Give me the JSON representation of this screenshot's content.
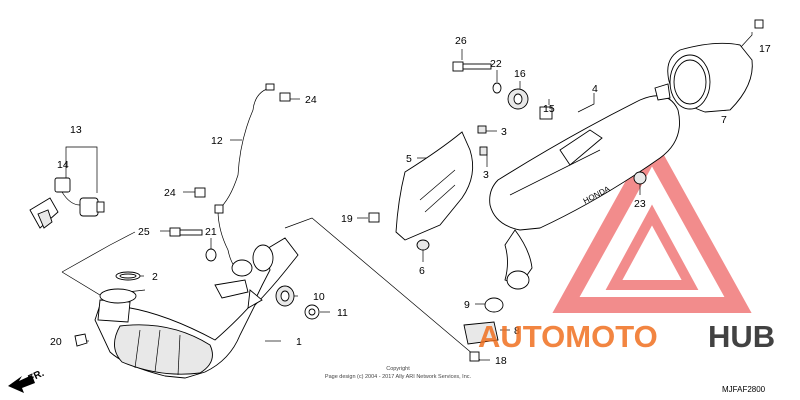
{
  "callouts": [
    "1",
    "2",
    "3",
    "3",
    "4",
    "5",
    "6",
    "7",
    "8",
    "9",
    "10",
    "11",
    "12",
    "13",
    "14",
    "15",
    "16",
    "17",
    "18",
    "19",
    "20",
    "21",
    "22",
    "23",
    "24",
    "24",
    "25",
    "26"
  ],
  "front_marker": "FR.",
  "copyright_line1": "Copyright",
  "copyright_line2": "Page design (c) 2004 - 2017 Ally ARI Network Services, Inc.",
  "diagram_code": "MJFAF2800",
  "watermark": {
    "part1": "AUTOMOTO",
    "part2": "HUB",
    "color1": "#f07020",
    "color2": "#222222",
    "triangle_color": "#e83030"
  },
  "muffler_brand": "HONDA"
}
